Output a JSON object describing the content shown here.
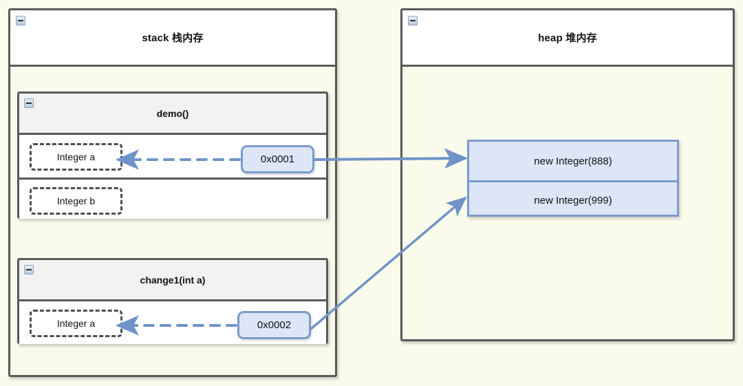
{
  "diagram": {
    "title_stack": "stack 栈内存",
    "title_heap": "heap 堆内存",
    "collapse_icon": "collapse-minus-icon",
    "accent_blue": "#7a9bcc",
    "fill_blue": "#dce6f7",
    "outline_gray": "#595959",
    "background": "#fbfbec"
  },
  "stack": {
    "header": "stack 栈内存",
    "frames": [
      {
        "title": "demo()",
        "rows": [
          {
            "variable": "Integer a",
            "address": "0x0001"
          },
          {
            "variable": "Integer b",
            "address": ""
          }
        ]
      },
      {
        "title": "change1(int a)",
        "rows": [
          {
            "variable": "Integer a",
            "address": "0x0002"
          }
        ]
      }
    ]
  },
  "heap": {
    "header": "heap 堆内存",
    "objects": [
      {
        "label": "new Integer(888)"
      },
      {
        "label": "new Integer(999)"
      }
    ]
  },
  "connections": [
    {
      "from": "0x0001",
      "to": "new Integer(888)",
      "style": "solid"
    },
    {
      "from": "0x0001",
      "to": "Integer a (demo)",
      "style": "dashed"
    },
    {
      "from": "0x0002",
      "to": "new Integer(999)",
      "style": "solid"
    },
    {
      "from": "0x0002",
      "to": "Integer a (change1)",
      "style": "dashed"
    }
  ]
}
